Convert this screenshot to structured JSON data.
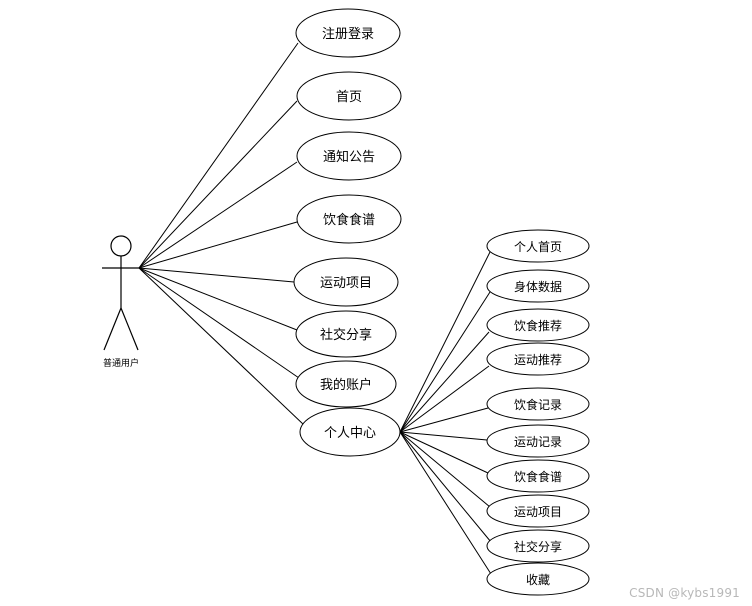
{
  "actor": {
    "label": "普通用户"
  },
  "main_use_cases": [
    {
      "id": "register-login",
      "label": "注册登录"
    },
    {
      "id": "home",
      "label": "首页"
    },
    {
      "id": "notice",
      "label": "通知公告"
    },
    {
      "id": "recipes",
      "label": "饮食食谱"
    },
    {
      "id": "exercise-items",
      "label": "运动项目"
    },
    {
      "id": "social-share",
      "label": "社交分享"
    },
    {
      "id": "my-account",
      "label": "我的账户"
    },
    {
      "id": "personal-center",
      "label": "个人中心"
    }
  ],
  "sub_use_cases": [
    {
      "id": "personal-home",
      "label": "个人首页"
    },
    {
      "id": "body-data",
      "label": "身体数据"
    },
    {
      "id": "diet-recommend",
      "label": "饮食推荐"
    },
    {
      "id": "exercise-recommend",
      "label": "运动推荐"
    },
    {
      "id": "diet-record",
      "label": "饮食记录"
    },
    {
      "id": "exercise-record",
      "label": "运动记录"
    },
    {
      "id": "recipes-sub",
      "label": "饮食食谱"
    },
    {
      "id": "exercise-items-sub",
      "label": "运动项目"
    },
    {
      "id": "social-share-sub",
      "label": "社交分享"
    },
    {
      "id": "favorites",
      "label": "收藏"
    }
  ],
  "watermark": "CSDN @kybs1991"
}
